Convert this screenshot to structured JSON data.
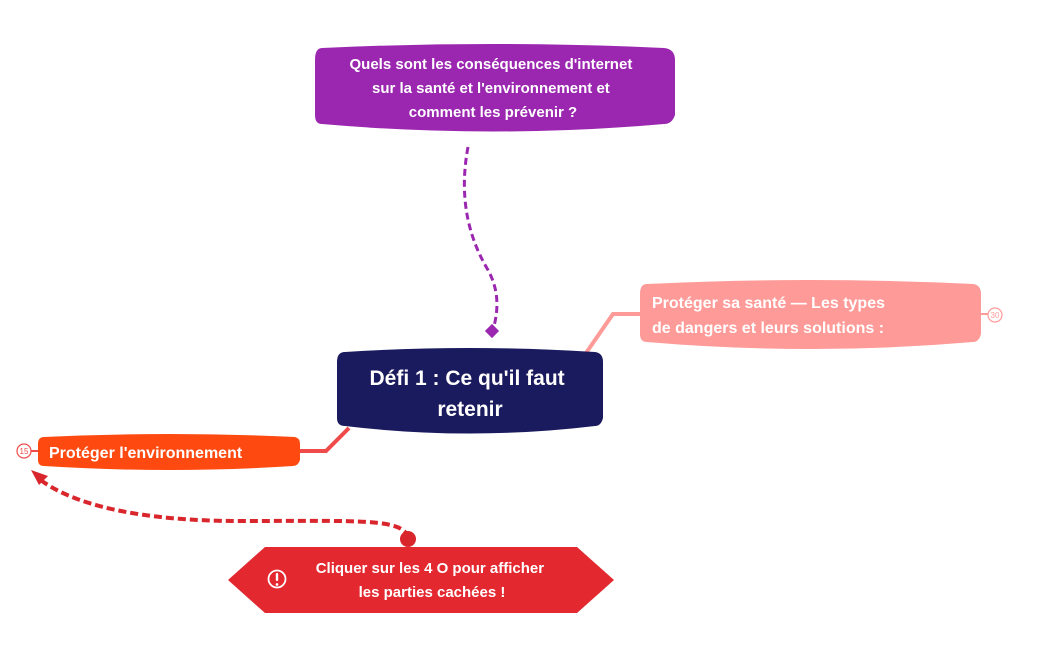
{
  "colors": {
    "question": "#9b27b0",
    "central": "#1a1a5e",
    "health": "#fe9a97",
    "environment": "#fe4a11",
    "hint": "#e3282f",
    "question_link": "#9b27b0",
    "health_link": "#fe9a97",
    "environment_link": "#f04b4b",
    "hint_link": "#d9262c"
  },
  "nodes": {
    "question": {
      "lines": [
        "Quels sont les conséquences d'internet",
        "sur la santé et l'environnement et",
        "comment les prévenir ?"
      ]
    },
    "central": {
      "lines": [
        "Défi 1 : Ce qu'il faut",
        "retenir"
      ]
    },
    "health": {
      "lines": [
        "Protéger sa santé — Les types",
        "de dangers et leurs solutions :"
      ],
      "collapsed_count": "30"
    },
    "environment": {
      "lines": [
        "Protéger l'environnement"
      ],
      "collapsed_count": "15"
    },
    "hint": {
      "lines": [
        "Cliquer sur les 4 O pour afficher",
        "les parties cachées !"
      ],
      "icon": "exclamation-icon"
    }
  }
}
